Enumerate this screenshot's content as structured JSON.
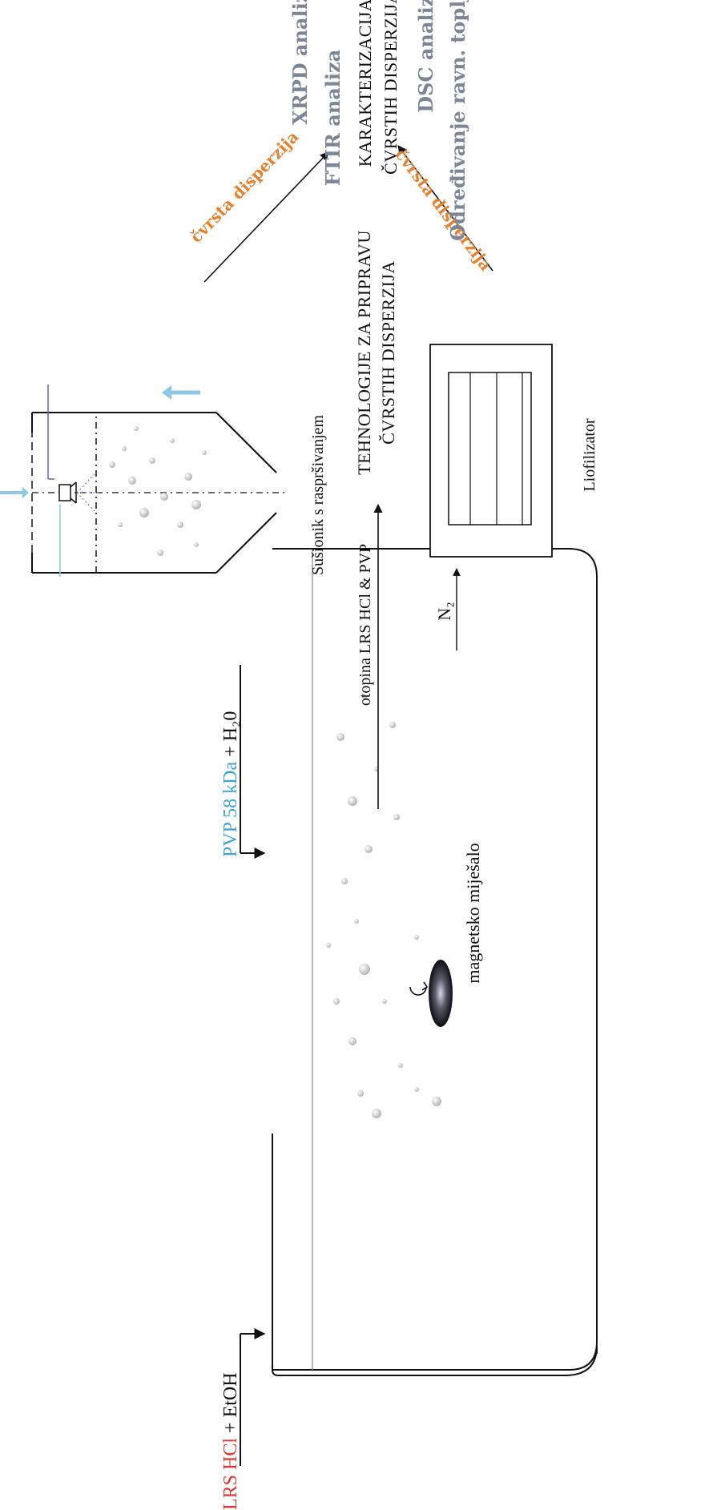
{
  "colors": {
    "lrs_red": "#e0362e",
    "pvp_blue": "#3aa6d8",
    "analysis_grey": "#7d8697",
    "orange": "#e8812f",
    "ink": "#111111"
  },
  "mixing": {
    "lrs": "LRS HCl",
    "etoh": " + EtOH",
    "pvp": "PVP 58 kDa",
    "h2o": " + H₂0",
    "stirrer_label": "magnetsko miješalo"
  },
  "flow": {
    "solution_label": "otopina LRS HCl & PVP",
    "tech_line1": "TEHNOLOGIJE ZA PRIPRAVU",
    "tech_line2": "ČVRSTIH DISPERZIJA",
    "spray_dryer_label": "Sušionik s raspršivanjem",
    "freeze_dryer_label": "Liofilizator",
    "n2_label": "N₂"
  },
  "outputs": {
    "top_arrow": "čvrsta disperzija",
    "bottom_arrow": "čvrsta disperzija"
  },
  "characterization": {
    "xrpd": "XRPD analiza",
    "ftir": "FTIR analiza",
    "title_line1": "KARAKTERIZACIJA",
    "title_line2": "ČVRSTIH DISPERZIJA",
    "dsc": "DSC analiza",
    "solubility": "Određivanje ravn. topljivosti"
  }
}
